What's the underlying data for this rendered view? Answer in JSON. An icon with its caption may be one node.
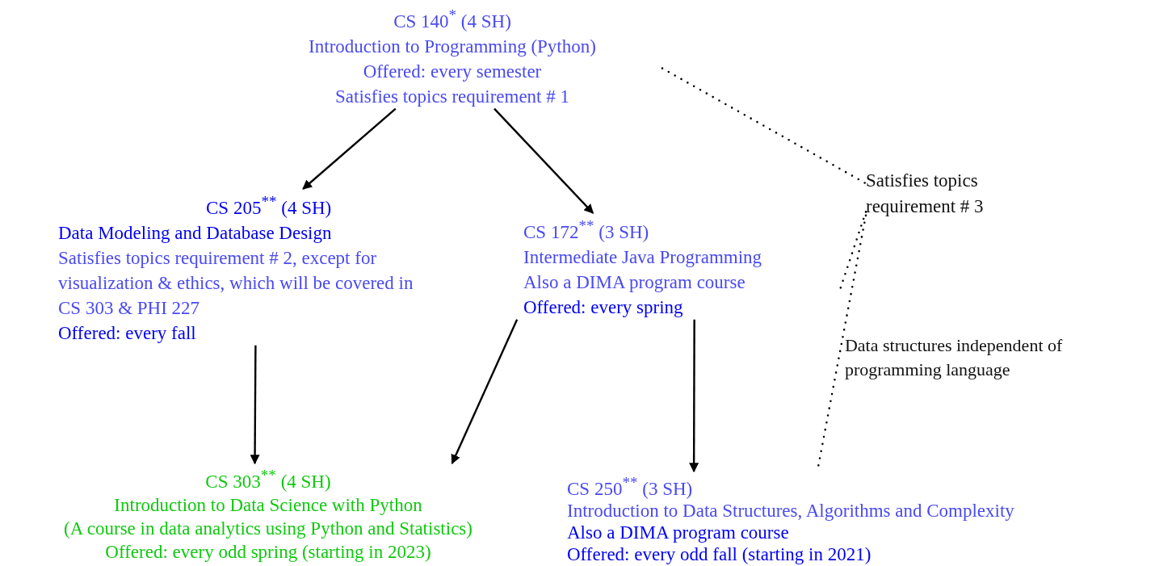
{
  "diagram": {
    "nodes": [
      {
        "text": [
          "CS 140$^{*}$ (4 SH)",
          "Introduction to Programming (Python)",
          "Offered: every semester",
          "Satisfies topics requirement # 1"
        ]
      },
      {
        "text": [
          "CS 205$^{**}$ (4 SH)",
          "Data Modeling and Database Design",
          "Satisfies topics requirement # 2, except for visualization & ethics, which will be covered in CS 303 & PHI 227",
          "Offered: every fall"
        ]
      },
      {
        "text": [
          "CS 172$^{**}$ (3 SH)",
          "Intermediate Java Programming",
          "Also a DIMA program course",
          "Offered: every spring"
        ]
      },
      {
        "text": [
          "CS 303$^{**}$ (4 SH)",
          "Introduction to Data Science with Python",
          "(A course in data analytics using Python and Statistics)",
          "Offered: every odd spring (starting in 2023)"
        ]
      },
      {
        "text": [
          "CS 250$^{**}$ (3 SH)",
          "Introduction to Data Structures, Algorithms and Complexity",
          "Also a DIMA program course",
          "Offered: every odd fall (starting in 2021)"
        ]
      },
      {
        "text": [
          "Satisfies topics requirement # 3"
        ]
      }
    ],
    "edges": [
      {
        "from": 0,
        "to": 1,
        "arrow": "to"
      },
      {
        "from": 0,
        "to": 2,
        "arrow": "to"
      },
      {
        "from": 1,
        "to": 3,
        "arrow": "to"
      },
      {
        "from": 2,
        "to": 3,
        "arrow": "to"
      },
      {
        "from": 2,
        "to": 4,
        "arrow": "to"
      },
      {
        "from": 0,
        "to": 5,
        "arrow": "none",
        "style": "dashed"
      },
      {
        "from": 5,
        "to": 2,
        "arrow": "none",
        "style": "dashed"
      },
      {
        "from": 5,
        "to": 4,
        "arrow": "none",
        "style": "dashed",
        "label": "Data structures independent of programming language"
      }
    ]
  }
}
